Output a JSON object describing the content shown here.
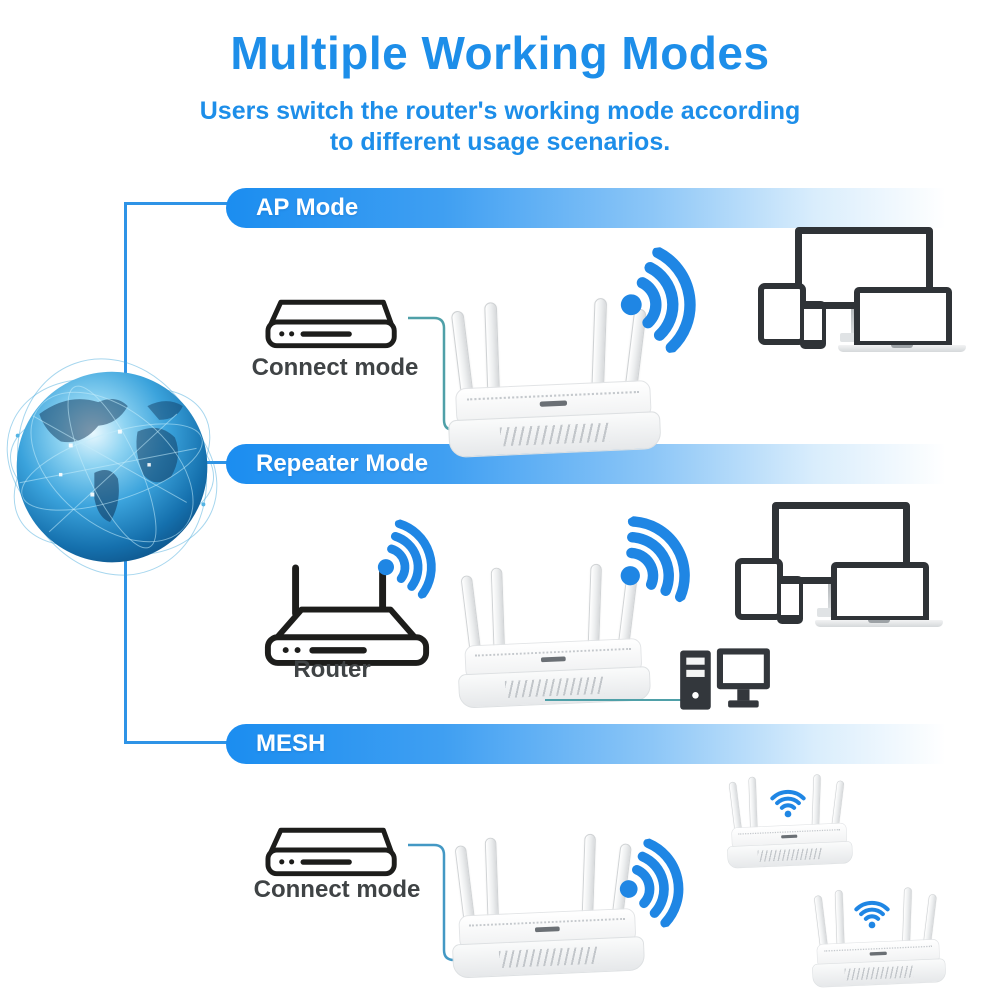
{
  "page": {
    "title": "Multiple Working Modes",
    "subtitle_line1": "Users switch the router's working mode according",
    "subtitle_line2": "to different usage scenarios."
  },
  "sections": [
    {
      "label": "AP Mode",
      "device_label": "Connect mode"
    },
    {
      "label": "Repeater Mode",
      "device_label": "Router"
    },
    {
      "label": "MESH",
      "device_label": "Connect mode"
    }
  ],
  "colors": {
    "title_blue": "#1D8EE9",
    "banner_blue": "#1B8DF0",
    "wifi_blue": "#1F86E4",
    "connector_blue": "#2E93E6",
    "cable_teal": "#4FA0A8",
    "device_dark": "#2F3337",
    "label_gray": "#3F4345"
  },
  "icons": {
    "globe": "network-globe",
    "modem": "modem-box-lineart",
    "router_lineart": "router-lineart",
    "router_photo": "white-router-4-antennas",
    "wifi_beam": "wifi-signal-beam",
    "wifi_fan": "wifi-signal-fan",
    "desktop_pc": "desktop-pc",
    "client_devices": "monitor-tablet-phone-laptop"
  }
}
